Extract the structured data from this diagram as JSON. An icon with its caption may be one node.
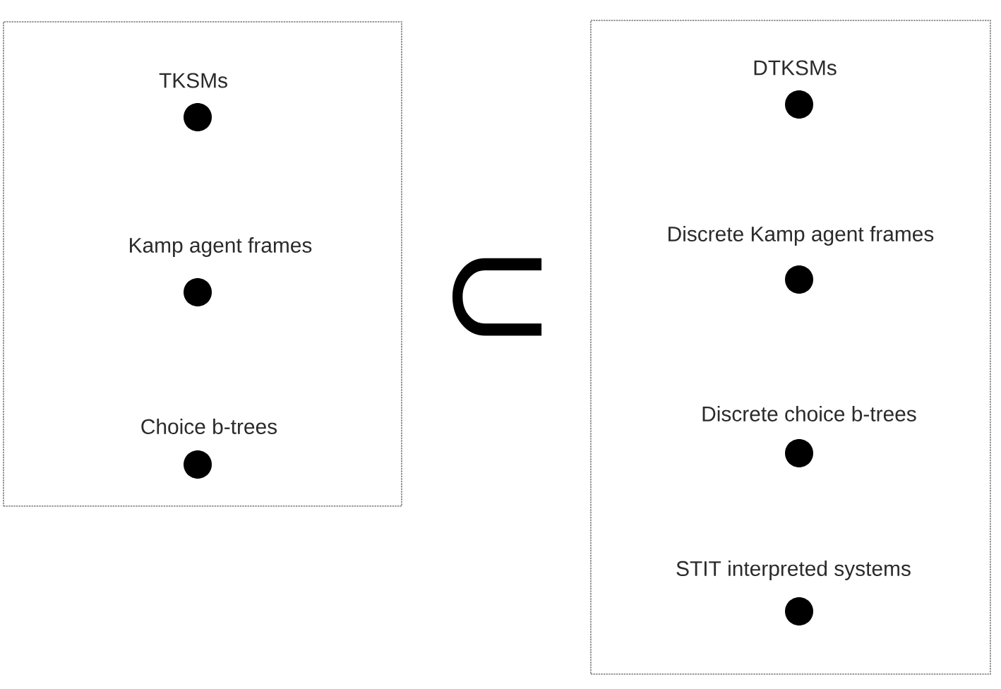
{
  "diagram": {
    "nodes": [
      {
        "text": [],
        "shape": "box"
      },
      {
        "text": [
          "TKSMs"
        ],
        "in": 0
      },
      {
        "text": [
          "Kamp agent frames"
        ],
        "in": 0
      },
      {
        "text": [
          "Choice b-trees"
        ],
        "in": 0
      },
      {
        "text": [],
        "shape": "box"
      },
      {
        "text": [
          "DTKSMs"
        ],
        "in": 4
      },
      {
        "text": [
          "Discrete Kamp agent frames"
        ],
        "in": 4
      },
      {
        "text": [
          "Discrete choice b-trees"
        ],
        "in": 4
      },
      {
        "text": [
          "STIT interpreted systems"
        ],
        "in": 4
      }
    ],
    "labels": [
      "⊂"
    ]
  }
}
